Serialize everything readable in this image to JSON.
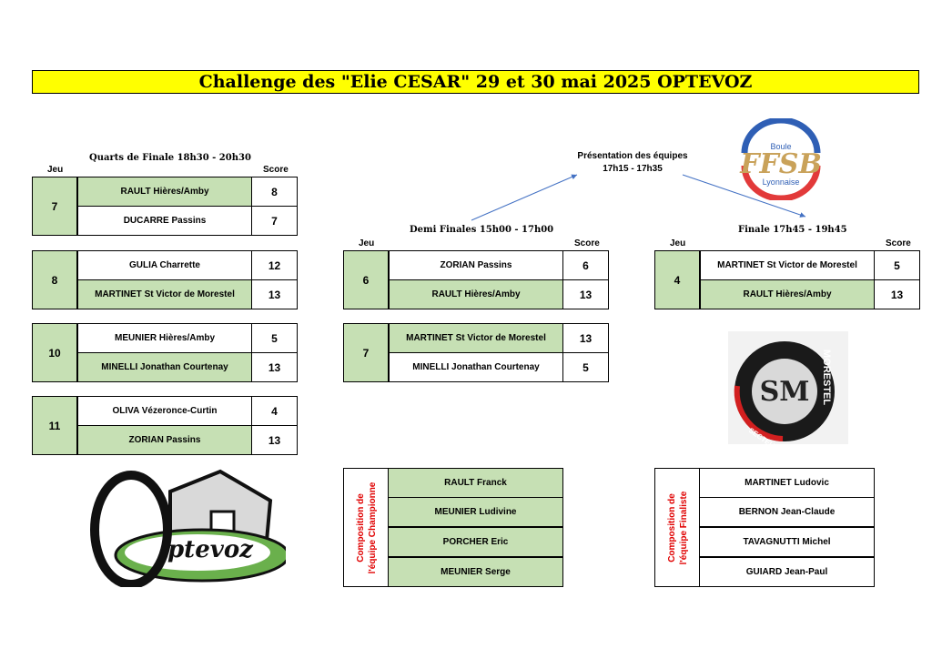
{
  "title": "Challenge des \"Elie CESAR\" 29 et 30 mai 2025 OPTEVOZ",
  "headers": {
    "jeu": "Jeu",
    "score": "Score"
  },
  "sections": {
    "quarts": "Quarts de Finale 18h30 - 20h30",
    "demi": "Demi Finales 15h00 - 17h00",
    "finale": "Finale 17h45 - 19h45"
  },
  "presentation": {
    "line1": "Présentation des équipes",
    "line2": "17h15 - 17h35"
  },
  "quarts": [
    {
      "jeu": "7",
      "team1": "RAULT Hières/Amby",
      "score1": "8",
      "team2": "DUCARRE Passins",
      "score2": "7"
    },
    {
      "jeu": "8",
      "team1": "GULIA Charrette",
      "score1": "12",
      "team2": "MARTINET St Victor de Morestel",
      "score2": "13"
    },
    {
      "jeu": "10",
      "team1": "MEUNIER Hières/Amby",
      "score1": "5",
      "team2": "MINELLI Jonathan Courtenay",
      "score2": "13"
    },
    {
      "jeu": "11",
      "team1": "OLIVA Vézeronce-Curtin",
      "score1": "4",
      "team2": "ZORIAN Passins",
      "score2": "13"
    }
  ],
  "demi": [
    {
      "jeu": "6",
      "team1": "ZORIAN Passins",
      "score1": "6",
      "team2": "RAULT Hières/Amby",
      "score2": "13"
    },
    {
      "jeu": "7",
      "team1": "MARTINET St Victor de Morestel",
      "score1": "13",
      "team2": "MINELLI Jonathan Courtenay",
      "score2": "5"
    }
  ],
  "finale": {
    "jeu": "4",
    "team1": "MARTINET St Victor de Morestel",
    "score1": "5",
    "team2": "RAULT Hières/Amby",
    "score2": "13"
  },
  "champion": {
    "label1": "Composition de",
    "label2": "l'équipe Championne",
    "members": [
      "RAULT Franck",
      "MEUNIER Ludivine",
      "PORCHER Eric",
      "MEUNIER Serge"
    ]
  },
  "finaliste": {
    "label1": "Composition de",
    "label2": "l'équipe Finaliste",
    "members": [
      "MARTINET Ludovic",
      "BERNON Jean-Claude",
      "TAVAGNUTTI Michel",
      "GUIARD Jean-Paul"
    ]
  },
  "logos": {
    "ffsb_top": "Boule",
    "ffsb_main": "FFSB",
    "ffsb_bottom": "Lyonnaise",
    "morestel_right": "MORESTEL",
    "morestel_bottom": "SECTEUR BOULISTE",
    "morestel_center": "SM",
    "optevoz": "ptevoz"
  },
  "colors": {
    "title_bg": "#ffff00",
    "winner_bg": "#c6e0b4",
    "comp_label": "#e00000",
    "arrow": "#4472c4"
  }
}
